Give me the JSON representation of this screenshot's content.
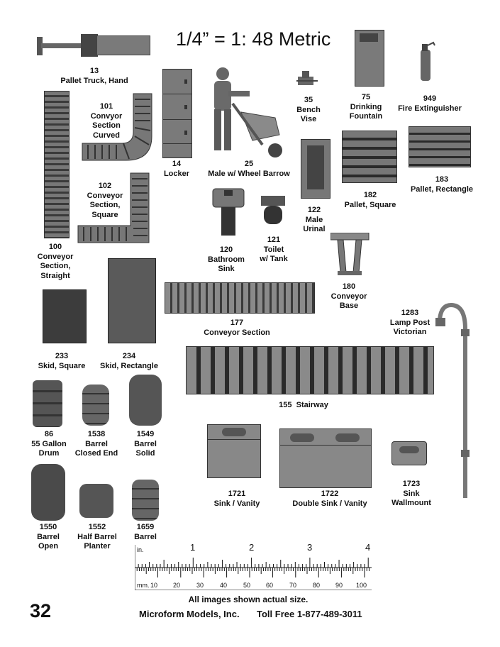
{
  "title": "1/4” = 1: 48 Metric",
  "page_number": "32",
  "footer": {
    "note": "All images shown actual size.",
    "company": "Microform Models, Inc.",
    "phone": "Toll Free 1-877-489-3011"
  },
  "items": {
    "i13": {
      "num": "13",
      "name": "Pallet Truck, Hand"
    },
    "i101": {
      "num": "101",
      "l1": "Convyor",
      "l2": "Section",
      "l3": "Curved"
    },
    "i14": {
      "num": "14",
      "name": "Locker"
    },
    "i25": {
      "num": "25",
      "name": "Male w/ Wheel Barrow"
    },
    "i35": {
      "num": "35",
      "l1": "Bench",
      "l2": "Vise"
    },
    "i75": {
      "num": "75",
      "l1": "Drinking",
      "l2": "Fountain"
    },
    "i949": {
      "num": "949",
      "name": "Fire Extinguisher"
    },
    "i102": {
      "num": "102",
      "l1": "Conveyor",
      "l2": "Section,",
      "l3": "Square"
    },
    "i183": {
      "num": "183",
      "name": "Pallet, Rectangle"
    },
    "i182": {
      "num": "182",
      "name": "Pallet, Square"
    },
    "i122": {
      "num": "122",
      "l1": "Male",
      "l2": "Urinal"
    },
    "i121": {
      "num": "121",
      "l1": "Toilet",
      "l2": "w/ Tank"
    },
    "i100": {
      "num": "100",
      "l1": "Conveyor",
      "l2": "Section,",
      "l3": "Straight"
    },
    "i120": {
      "num": "120",
      "l1": "Bathroom",
      "l2": "Sink"
    },
    "i180": {
      "num": "180",
      "l1": "Conveyor",
      "l2": "Base"
    },
    "i177": {
      "num": "177",
      "name": "Conveyor Section"
    },
    "i1283": {
      "num": "1283",
      "l1": "Lamp Post",
      "l2": "Victorian"
    },
    "i233": {
      "num": "233",
      "name": "Skid, Square"
    },
    "i234": {
      "num": "234",
      "name": "Skid, Rectangle"
    },
    "i155": {
      "num": "155",
      "name": "Stairway"
    },
    "i86": {
      "num": "86",
      "l1": "55 Gallon",
      "l2": "Drum"
    },
    "i1538": {
      "num": "1538",
      "l1": "Barrel",
      "l2": "Closed End"
    },
    "i1549": {
      "num": "1549",
      "l1": "Barrel",
      "l2": "Solid"
    },
    "i1721": {
      "num": "1721",
      "name": "Sink / Vanity"
    },
    "i1722": {
      "num": "1722",
      "name": "Double Sink / Vanity"
    },
    "i1723": {
      "num": "1723",
      "l1": "Sink",
      "l2": "Wallmount"
    },
    "i1550": {
      "num": "1550",
      "l1": "Barrel",
      "l2": "Open"
    },
    "i1552": {
      "num": "1552",
      "l1": "Half Barrel",
      "l2": "Planter"
    },
    "i1659": {
      "num": "1659",
      "name": "Barrel"
    }
  },
  "ruler": {
    "inch_unit": "in.",
    "inch_labels": [
      "1",
      "2",
      "3",
      "4"
    ],
    "mm_unit": "mm.",
    "mm_labels": [
      "10",
      "20",
      "30",
      "40",
      "50",
      "60",
      "70",
      "80",
      "90",
      "100"
    ]
  }
}
